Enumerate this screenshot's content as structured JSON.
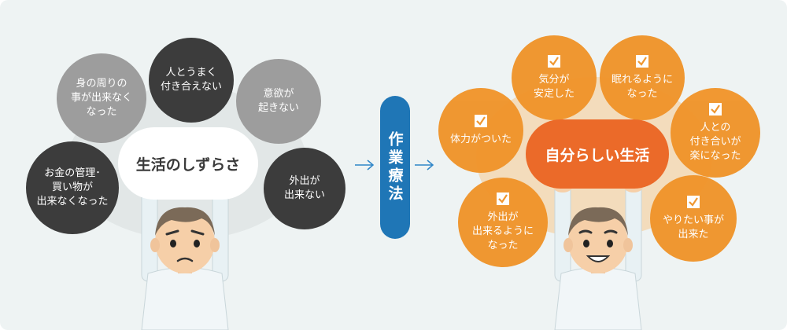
{
  "left": {
    "center_label": "生活のしずらさ",
    "bubbles": [
      {
        "text": "身の周りの\n事が出来なく\nなった"
      },
      {
        "text": "人とうまく\n付き合えない"
      },
      {
        "text": "意欲が\n起きない"
      },
      {
        "text": "お金の管理･\n買い物が\n出来なくなった"
      },
      {
        "text": "外出が\n出来ない"
      }
    ]
  },
  "middle": {
    "label": "作業療法"
  },
  "right": {
    "center_label": "自分らしい生活",
    "bubbles": [
      {
        "text": "気分が\n安定した"
      },
      {
        "text": "眠れるように\nなった"
      },
      {
        "text": "体力がついた"
      },
      {
        "text": "人との\n付き合いが\n楽になった"
      },
      {
        "text": "外出が\n出来るように\nなった"
      },
      {
        "text": "やりたい事が\n出来た"
      }
    ]
  },
  "colors": {
    "background": "#eef3f3",
    "dark_circle": "#3c3c3c",
    "mid_circle": "#6e6e6e",
    "light_circle": "#9d9d9d",
    "orange_circle": "#f0942a",
    "accent_orange": "#eb6a29",
    "blue_pill": "#1f76b6",
    "arrow": "#2f86c8"
  }
}
